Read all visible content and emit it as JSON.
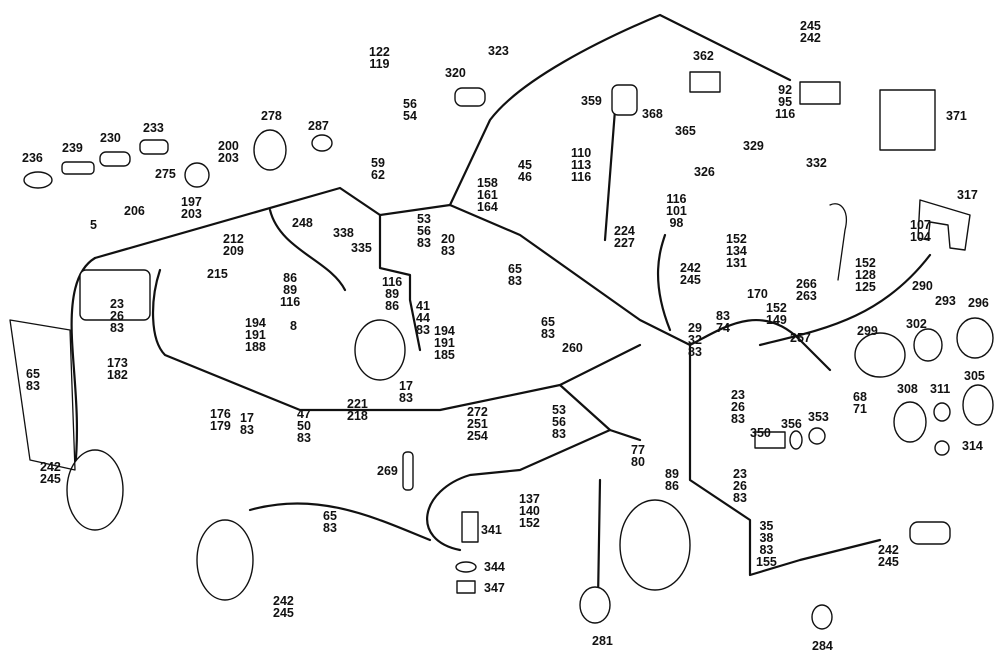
{
  "diagram": {
    "title": "Wiring harness exploded parts view",
    "callouts": [
      {
        "id": "c236",
        "lines": [
          "236"
        ]
      },
      {
        "id": "c239",
        "lines": [
          "239"
        ]
      },
      {
        "id": "c230",
        "lines": [
          "230"
        ]
      },
      {
        "id": "c233",
        "lines": [
          "233"
        ]
      },
      {
        "id": "c275",
        "lines": [
          "275"
        ]
      },
      {
        "id": "c278",
        "lines": [
          "278"
        ]
      },
      {
        "id": "c287",
        "lines": [
          "287"
        ]
      },
      {
        "id": "c200",
        "lines": [
          "200",
          "203"
        ]
      },
      {
        "id": "c197",
        "lines": [
          "197",
          "203"
        ]
      },
      {
        "id": "c206",
        "lines": [
          "206"
        ]
      },
      {
        "id": "c5",
        "lines": [
          "5"
        ]
      },
      {
        "id": "c122",
        "lines": [
          "122",
          "119"
        ]
      },
      {
        "id": "c56a",
        "lines": [
          "56",
          "54"
        ]
      },
      {
        "id": "c59",
        "lines": [
          "59",
          "62"
        ]
      },
      {
        "id": "c323",
        "lines": [
          "323"
        ]
      },
      {
        "id": "c320",
        "lines": [
          "320"
        ]
      },
      {
        "id": "c158",
        "lines": [
          "158",
          "161",
          "164"
        ]
      },
      {
        "id": "c45",
        "lines": [
          "45",
          "46"
        ]
      },
      {
        "id": "c110",
        "lines": [
          "110",
          "113",
          "116"
        ]
      },
      {
        "id": "c359",
        "lines": [
          "359"
        ]
      },
      {
        "id": "c368",
        "lines": [
          "368"
        ]
      },
      {
        "id": "c362",
        "lines": [
          "362"
        ]
      },
      {
        "id": "c365",
        "lines": [
          "365"
        ]
      },
      {
        "id": "c245a",
        "lines": [
          "245",
          "242"
        ]
      },
      {
        "id": "c92",
        "lines": [
          "92",
          "95",
          "116"
        ]
      },
      {
        "id": "c371",
        "lines": [
          "371"
        ]
      },
      {
        "id": "c329",
        "lines": [
          "329"
        ]
      },
      {
        "id": "c326",
        "lines": [
          "326"
        ]
      },
      {
        "id": "c332",
        "lines": [
          "332"
        ]
      },
      {
        "id": "c317",
        "lines": [
          "317"
        ]
      },
      {
        "id": "c107",
        "lines": [
          "107",
          "104"
        ]
      },
      {
        "id": "c248",
        "lines": [
          "248"
        ]
      },
      {
        "id": "c338",
        "lines": [
          "338"
        ]
      },
      {
        "id": "c335",
        "lines": [
          "335"
        ]
      },
      {
        "id": "c53a",
        "lines": [
          "53",
          "56",
          "83"
        ]
      },
      {
        "id": "c20",
        "lines": [
          "20",
          "83"
        ]
      },
      {
        "id": "c65a",
        "lines": [
          "65",
          "83"
        ]
      },
      {
        "id": "c212",
        "lines": [
          "212",
          "209"
        ]
      },
      {
        "id": "c215",
        "lines": [
          "215"
        ]
      },
      {
        "id": "c86a",
        "lines": [
          "86",
          "89",
          "116"
        ]
      },
      {
        "id": "c116b",
        "lines": [
          "116",
          "89",
          "86"
        ]
      },
      {
        "id": "c41",
        "lines": [
          "41",
          "44",
          "83"
        ]
      },
      {
        "id": "c23a",
        "lines": [
          "23",
          "26",
          "83"
        ]
      },
      {
        "id": "c194a",
        "lines": [
          "194",
          "191",
          "188"
        ]
      },
      {
        "id": "c8",
        "lines": [
          "8"
        ]
      },
      {
        "id": "c194b",
        "lines": [
          "194",
          "191",
          "185"
        ]
      },
      {
        "id": "c65b",
        "lines": [
          "65",
          "83"
        ]
      },
      {
        "id": "c260",
        "lines": [
          "260"
        ]
      },
      {
        "id": "c65c",
        "lines": [
          "65",
          "83"
        ]
      },
      {
        "id": "c173",
        "lines": [
          "173",
          "182"
        ]
      },
      {
        "id": "c176",
        "lines": [
          "176",
          "179"
        ]
      },
      {
        "id": "c17a",
        "lines": [
          "17",
          "83"
        ]
      },
      {
        "id": "c47",
        "lines": [
          "47",
          "50",
          "83"
        ]
      },
      {
        "id": "c17b",
        "lines": [
          "17",
          "83"
        ]
      },
      {
        "id": "c221",
        "lines": [
          "221",
          "218"
        ]
      },
      {
        "id": "c224",
        "lines": [
          "224",
          "227"
        ]
      },
      {
        "id": "c116c",
        "lines": [
          "116",
          "101",
          "98"
        ]
      },
      {
        "id": "c242a",
        "lines": [
          "242",
          "245"
        ]
      },
      {
        "id": "c152a",
        "lines": [
          "152",
          "134",
          "131"
        ]
      },
      {
        "id": "c83b",
        "lines": [
          "83",
          "74"
        ]
      },
      {
        "id": "c29",
        "lines": [
          "29",
          "32",
          "83"
        ]
      },
      {
        "id": "c170",
        "lines": [
          "170"
        ]
      },
      {
        "id": "c152b",
        "lines": [
          "152",
          "149"
        ]
      },
      {
        "id": "c257",
        "lines": [
          "257"
        ]
      },
      {
        "id": "c266",
        "lines": [
          "266",
          "263"
        ]
      },
      {
        "id": "c152c",
        "lines": [
          "152",
          "128",
          "125"
        ]
      },
      {
        "id": "c290",
        "lines": [
          "290"
        ]
      },
      {
        "id": "c293",
        "lines": [
          "293"
        ]
      },
      {
        "id": "c296",
        "lines": [
          "296"
        ]
      },
      {
        "id": "c299",
        "lines": [
          "299"
        ]
      },
      {
        "id": "c302",
        "lines": [
          "302"
        ]
      },
      {
        "id": "c305",
        "lines": [
          "305"
        ]
      },
      {
        "id": "c308",
        "lines": [
          "308"
        ]
      },
      {
        "id": "c311",
        "lines": [
          "311"
        ]
      },
      {
        "id": "c314",
        "lines": [
          "314"
        ]
      },
      {
        "id": "c68",
        "lines": [
          "68",
          "71"
        ]
      },
      {
        "id": "c23b",
        "lines": [
          "23",
          "26",
          "83"
        ]
      },
      {
        "id": "c350",
        "lines": [
          "350"
        ]
      },
      {
        "id": "c356",
        "lines": [
          "356"
        ]
      },
      {
        "id": "c353",
        "lines": [
          "353"
        ]
      },
      {
        "id": "c23c",
        "lines": [
          "23",
          "26",
          "83"
        ]
      },
      {
        "id": "c77",
        "lines": [
          "77",
          "80"
        ]
      },
      {
        "id": "c89",
        "lines": [
          "89",
          "86"
        ]
      },
      {
        "id": "c35",
        "lines": [
          "35",
          "38",
          "83",
          "155"
        ]
      },
      {
        "id": "c242b",
        "lines": [
          "242",
          "245"
        ]
      },
      {
        "id": "c284",
        "lines": [
          "284"
        ]
      },
      {
        "id": "c272",
        "lines": [
          "272",
          "251",
          "254"
        ]
      },
      {
        "id": "c53b",
        "lines": [
          "53",
          "56",
          "83"
        ]
      },
      {
        "id": "c269",
        "lines": [
          "269"
        ]
      },
      {
        "id": "c137",
        "lines": [
          "137",
          "140",
          "152"
        ]
      },
      {
        "id": "c341",
        "lines": [
          "341"
        ]
      },
      {
        "id": "c344",
        "lines": [
          "344"
        ]
      },
      {
        "id": "c347",
        "lines": [
          "347"
        ]
      },
      {
        "id": "c281",
        "lines": [
          "281"
        ]
      },
      {
        "id": "c65d",
        "lines": [
          "65",
          "83"
        ]
      },
      {
        "id": "c242c",
        "lines": [
          "242",
          "245"
        ]
      },
      {
        "id": "c242d",
        "lines": [
          "242",
          "245"
        ]
      }
    ]
  }
}
